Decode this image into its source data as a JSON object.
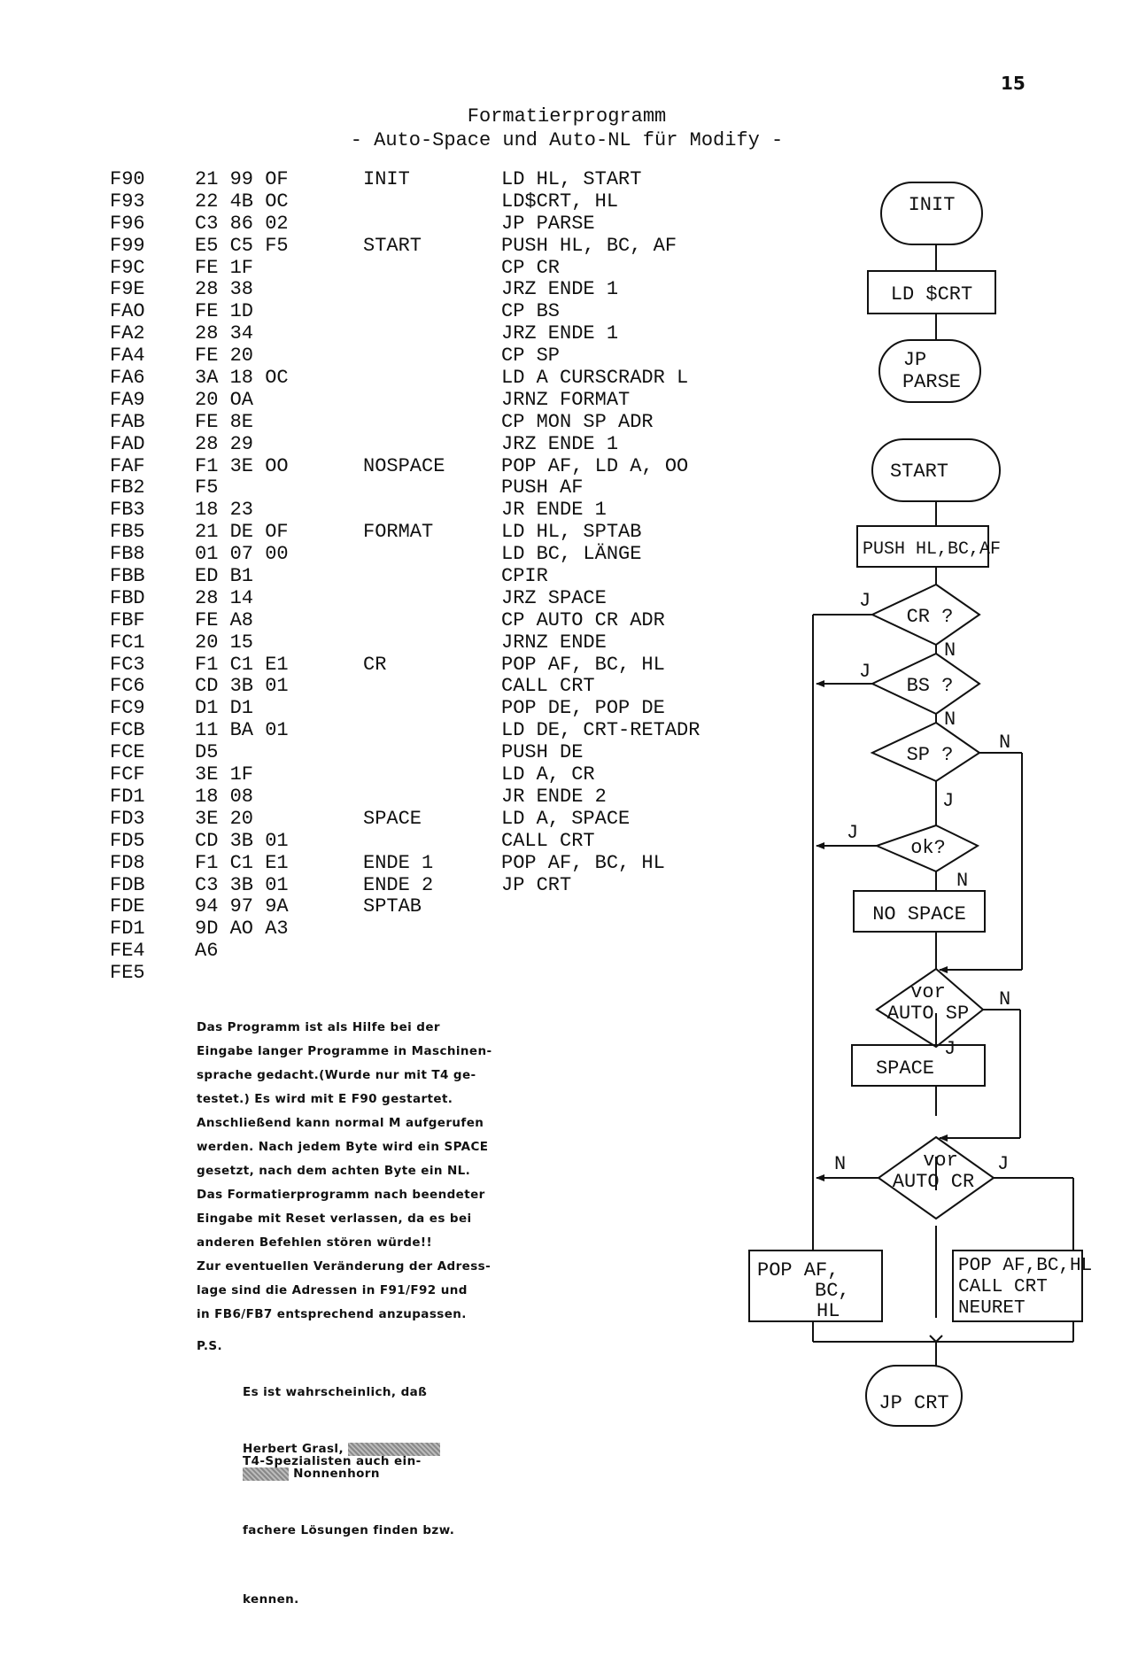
{
  "page_number": "15",
  "title": {
    "line1": "Formatierprogramm",
    "line2": "- Auto-Space und Auto-NL für Modify -"
  },
  "listing": [
    {
      "addr": "F90",
      "code": "21 99 OF",
      "label": "INIT",
      "instr": "LD HL, START"
    },
    {
      "addr": "F93",
      "code": "22 4B OC",
      "label": "",
      "instr": "LD$CRT, HL"
    },
    {
      "addr": "F96",
      "code": "C3 86 02",
      "label": "",
      "instr": "JP PARSE"
    },
    {
      "addr": "F99",
      "code": "E5 C5 F5",
      "label": "START",
      "instr": "PUSH HL, BC, AF"
    },
    {
      "addr": "F9C",
      "code": "FE 1F",
      "label": "",
      "instr": "CP CR"
    },
    {
      "addr": "F9E",
      "code": "28 38",
      "label": "",
      "instr": "JRZ ENDE 1"
    },
    {
      "addr": "FAO",
      "code": "FE 1D",
      "label": "",
      "instr": "CP BS"
    },
    {
      "addr": "FA2",
      "code": "28 34",
      "label": "",
      "instr": "JRZ ENDE 1"
    },
    {
      "addr": "FA4",
      "code": "FE 20",
      "label": "",
      "instr": "CP SP"
    },
    {
      "addr": "FA6",
      "code": "3A 18 OC",
      "label": "",
      "instr": "LD A CURSCRADR L"
    },
    {
      "addr": "FA9",
      "code": "20 OA",
      "label": "",
      "instr": "JRNZ FORMAT"
    },
    {
      "addr": "FAB",
      "code": "FE 8E",
      "label": "",
      "instr": "CP MON SP ADR"
    },
    {
      "addr": "FAD",
      "code": "28 29",
      "label": "",
      "instr": "JRZ ENDE 1"
    },
    {
      "addr": "FAF",
      "code": "F1 3E OO",
      "label": "NOSPACE",
      "instr": "POP AF, LD A, OO"
    },
    {
      "addr": "FB2",
      "code": "F5",
      "label": "",
      "instr": "PUSH AF"
    },
    {
      "addr": "FB3",
      "code": "18 23",
      "label": "",
      "instr": "JR ENDE 1"
    },
    {
      "addr": "FB5",
      "code": "21 DE OF",
      "label": "FORMAT",
      "instr": "LD HL, SPTAB"
    },
    {
      "addr": "FB8",
      "code": "01 07 00",
      "label": "",
      "instr": "LD BC, LÄNGE"
    },
    {
      "addr": "FBB",
      "code": "ED B1",
      "label": "",
      "instr": "CPIR"
    },
    {
      "addr": "FBD",
      "code": "28 14",
      "label": "",
      "instr": "JRZ SPACE"
    },
    {
      "addr": "FBF",
      "code": "FE A8",
      "label": "",
      "instr": "CP AUTO CR ADR"
    },
    {
      "addr": "FC1",
      "code": "20 15",
      "label": "",
      "instr": "JRNZ ENDE"
    },
    {
      "addr": "FC3",
      "code": "F1 C1 E1",
      "label": "CR",
      "instr": "POP AF, BC, HL"
    },
    {
      "addr": "FC6",
      "code": "CD 3B 01",
      "label": "",
      "instr": "CALL CRT"
    },
    {
      "addr": "FC9",
      "code": "D1 D1",
      "label": "",
      "instr": "POP DE, POP DE"
    },
    {
      "addr": "FCB",
      "code": "11 BA 01",
      "label": "",
      "instr": "LD DE, CRT-RETADR"
    },
    {
      "addr": "FCE",
      "code": "D5",
      "label": "",
      "instr": "PUSH DE"
    },
    {
      "addr": "FCF",
      "code": "3E 1F",
      "label": "",
      "instr": "LD A, CR"
    },
    {
      "addr": "FD1",
      "code": "18 08",
      "label": "",
      "instr": "JR ENDE 2"
    },
    {
      "addr": "FD3",
      "code": "3E 20",
      "label": "SPACE",
      "instr": "LD A, SPACE"
    },
    {
      "addr": "FD5",
      "code": "CD 3B 01",
      "label": "",
      "instr": "CALL CRT"
    },
    {
      "addr": "FD8",
      "code": "F1 C1 E1",
      "label": "ENDE 1",
      "instr": "POP AF, BC, HL"
    },
    {
      "addr": "FDB",
      "code": "C3 3B 01",
      "label": "ENDE 2",
      "instr": "JP CRT"
    },
    {
      "addr": "FDE",
      "code": "94 97 9A",
      "label": "SPTAB",
      "instr": ""
    },
    {
      "addr": "FD1",
      "code": "9D AO A3",
      "label": "",
      "instr": ""
    },
    {
      "addr": "FE4",
      "code": "A6",
      "label": "",
      "instr": ""
    },
    {
      "addr": "FE5",
      "code": "",
      "label": "",
      "instr": ""
    }
  ],
  "flowchart": {
    "init": "INIT",
    "ld_crt": "LD $CRT",
    "jp_parse_1": "JP",
    "jp_parse_2": "PARSE",
    "start": "START",
    "push": "PUSH HL,BC,AF",
    "cr_q": "CR ?",
    "bs_q": "BS ?",
    "sp_q": "SP ?",
    "ok_q": "ok?",
    "nospace": "NO SPACE",
    "vor_sp_1": "vor",
    "vor_sp_2": "AUTO SP",
    "space": "SPACE",
    "vor_cr_1": "vor",
    "vor_cr_2": "AUTO CR",
    "pop_1": "POP AF,",
    "pop_2": "BC,",
    "pop_3": "HL",
    "popcall_1": "POP AF,BC,HL",
    "popcall_2": "CALL CRT",
    "popcall_3": "NEURET",
    "jp_crt": "JP CRT",
    "j": "J",
    "n": "N"
  },
  "description": [
    "Das Programm ist als Hilfe bei der",
    "Eingabe langer Programme in Maschinen-",
    "sprache gedacht.(Wurde nur mit T4 ge-",
    "testet.) Es wird mit E F90 gestartet.",
    "Anschließend kann normal M aufgerufen",
    "werden. Nach jedem Byte wird ein SPACE",
    "gesetzt, nach dem achten Byte ein NL.",
    "Das Formatierprogramm nach beendeter",
    "Eingabe mit Reset verlassen, da es bei",
    "anderen Befehlen stören würde!!",
    "Zur eventuellen Veränderung der Adress-",
    "lage sind die Adressen in F91/F92 und",
    "in FB6/FB7 entsprechend anzupassen."
  ],
  "ps": {
    "prefix": "P.S.",
    "lines": [
      "Es ist wahrscheinlich, daß",
      "T4-Spezialisten auch ein-",
      "fachere Lösungen finden bzw.",
      "kennen."
    ]
  },
  "signature": {
    "name": "Herbert Grasl,",
    "city": "Nonnenhorn"
  }
}
